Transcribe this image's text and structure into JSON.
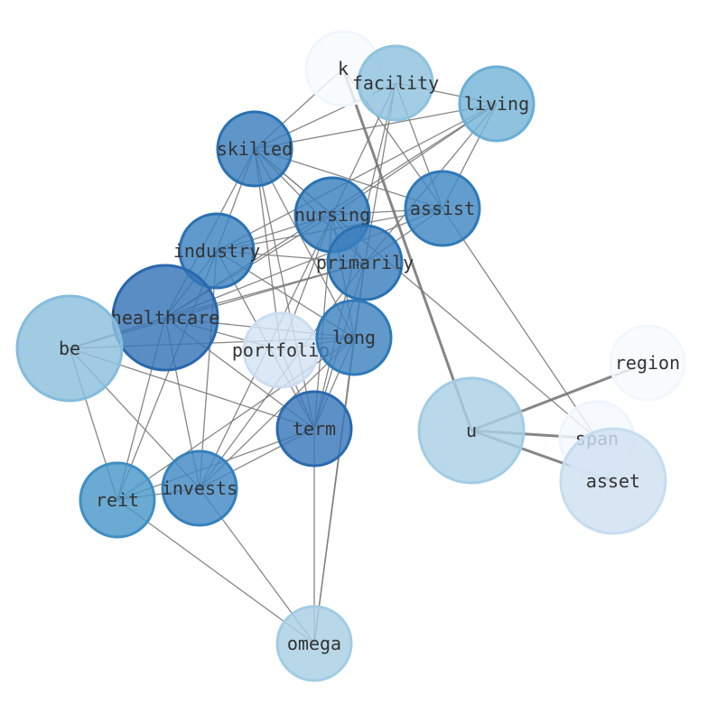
{
  "graph": {
    "nodes": [
      {
        "id": "k",
        "label": "k",
        "color": "#f7fbff",
        "stroke": "#f0f6fd"
      },
      {
        "id": "facility",
        "label": "facility",
        "color": "#8fc2de",
        "stroke": "#8fc2de"
      },
      {
        "id": "living",
        "label": "living",
        "color": "#75b4d8",
        "stroke": "#6aaed6"
      },
      {
        "id": "skilled",
        "label": "skilled",
        "color": "#3a7fbd",
        "stroke": "#2a71b2"
      },
      {
        "id": "nursing",
        "label": "nursing",
        "color": "#3b80be",
        "stroke": "#2a71b2"
      },
      {
        "id": "assist",
        "label": "assist",
        "color": "#4188c2",
        "stroke": "#2f7ab8"
      },
      {
        "id": "industry",
        "label": "industry",
        "color": "#3d82bf",
        "stroke": "#2a71b2"
      },
      {
        "id": "primarily",
        "label": "primarily",
        "color": "#3a7fbd",
        "stroke": "#2a71b2"
      },
      {
        "id": "healthcare",
        "label": "healthcare",
        "color": "#3574b6",
        "stroke": "#2a68ad"
      },
      {
        "id": "be",
        "label": "be",
        "color": "#8cc0dd",
        "stroke": "#85bcdc"
      },
      {
        "id": "portfolio",
        "label": "portfolio",
        "color": "#d3e3f3",
        "stroke": "#cbdef1"
      },
      {
        "id": "long",
        "label": "long",
        "color": "#3e83c0",
        "stroke": "#2f7ab8"
      },
      {
        "id": "region",
        "label": "region",
        "color": "#f7fbff",
        "stroke": "#f2f7fd"
      },
      {
        "id": "term",
        "label": "term",
        "color": "#3878b9",
        "stroke": "#2a6aae"
      },
      {
        "id": "u",
        "label": "u",
        "color": "#a9cfe5",
        "stroke": "#a3cce3"
      },
      {
        "id": "span",
        "label": "span",
        "color": "#f4f9fe",
        "stroke": "#eef5fc"
      },
      {
        "id": "asset",
        "label": "asset",
        "color": "#cfe1f2",
        "stroke": "#c7dcef"
      },
      {
        "id": "reit",
        "label": "reit",
        "color": "#4a98c9",
        "stroke": "#3f8fc5"
      },
      {
        "id": "invests",
        "label": "invests",
        "color": "#4289c3",
        "stroke": "#3581be"
      },
      {
        "id": "omega",
        "label": "omega",
        "color": "#a8cee4",
        "stroke": "#a3cce3"
      }
    ],
    "edges": [
      [
        "k",
        "u",
        "heavy"
      ],
      [
        "u",
        "region",
        "heavy"
      ],
      [
        "u",
        "span",
        "heavy"
      ],
      [
        "u",
        "asset",
        "heavy"
      ],
      [
        "facility",
        "living"
      ],
      [
        "facility",
        "skilled"
      ],
      [
        "facility",
        "nursing"
      ],
      [
        "facility",
        "assist"
      ],
      [
        "facility",
        "primarily"
      ],
      [
        "facility",
        "term"
      ],
      [
        "k",
        "skilled"
      ],
      [
        "k",
        "assist"
      ],
      [
        "living",
        "skilled"
      ],
      [
        "living",
        "nursing"
      ],
      [
        "living",
        "assist"
      ],
      [
        "living",
        "industry"
      ],
      [
        "living",
        "primarily"
      ],
      [
        "living",
        "healthcare"
      ],
      [
        "skilled",
        "nursing"
      ],
      [
        "skilled",
        "assist"
      ],
      [
        "skilled",
        "industry"
      ],
      [
        "skilled",
        "primarily"
      ],
      [
        "skilled",
        "healthcare"
      ],
      [
        "skilled",
        "portfolio"
      ],
      [
        "skilled",
        "long"
      ],
      [
        "skilled",
        "term"
      ],
      [
        "skilled",
        "span"
      ],
      [
        "nursing",
        "assist"
      ],
      [
        "nursing",
        "industry"
      ],
      [
        "nursing",
        "primarily"
      ],
      [
        "nursing",
        "healthcare"
      ],
      [
        "nursing",
        "long"
      ],
      [
        "nursing",
        "term"
      ],
      [
        "nursing",
        "invests"
      ],
      [
        "nursing",
        "portfolio"
      ],
      [
        "assist",
        "industry"
      ],
      [
        "assist",
        "primarily"
      ],
      [
        "assist",
        "healthcare"
      ],
      [
        "assist",
        "span"
      ],
      [
        "industry",
        "primarily"
      ],
      [
        "industry",
        "healthcare"
      ],
      [
        "industry",
        "long"
      ],
      [
        "industry",
        "term"
      ],
      [
        "industry",
        "reit"
      ],
      [
        "industry",
        "invests"
      ],
      [
        "primarily",
        "healthcare"
      ],
      [
        "primarily",
        "long"
      ],
      [
        "primarily",
        "term"
      ],
      [
        "primarily",
        "invests"
      ],
      [
        "primarily",
        "be"
      ],
      [
        "primarily",
        "omega"
      ],
      [
        "healthcare",
        "be"
      ],
      [
        "healthcare",
        "long"
      ],
      [
        "healthcare",
        "portfolio"
      ],
      [
        "healthcare",
        "term"
      ],
      [
        "healthcare",
        "reit"
      ],
      [
        "healthcare",
        "invests"
      ],
      [
        "be",
        "long"
      ],
      [
        "be",
        "term"
      ],
      [
        "be",
        "reit"
      ],
      [
        "be",
        "invests"
      ],
      [
        "portfolio",
        "long"
      ],
      [
        "portfolio",
        "term"
      ],
      [
        "long",
        "term"
      ],
      [
        "long",
        "invests"
      ],
      [
        "long",
        "reit"
      ],
      [
        "long",
        "omega"
      ],
      [
        "term",
        "reit"
      ],
      [
        "term",
        "invests"
      ],
      [
        "term",
        "omega"
      ],
      [
        "reit",
        "invests"
      ],
      [
        "reit",
        "omega"
      ],
      [
        "invests",
        "omega"
      ]
    ]
  }
}
